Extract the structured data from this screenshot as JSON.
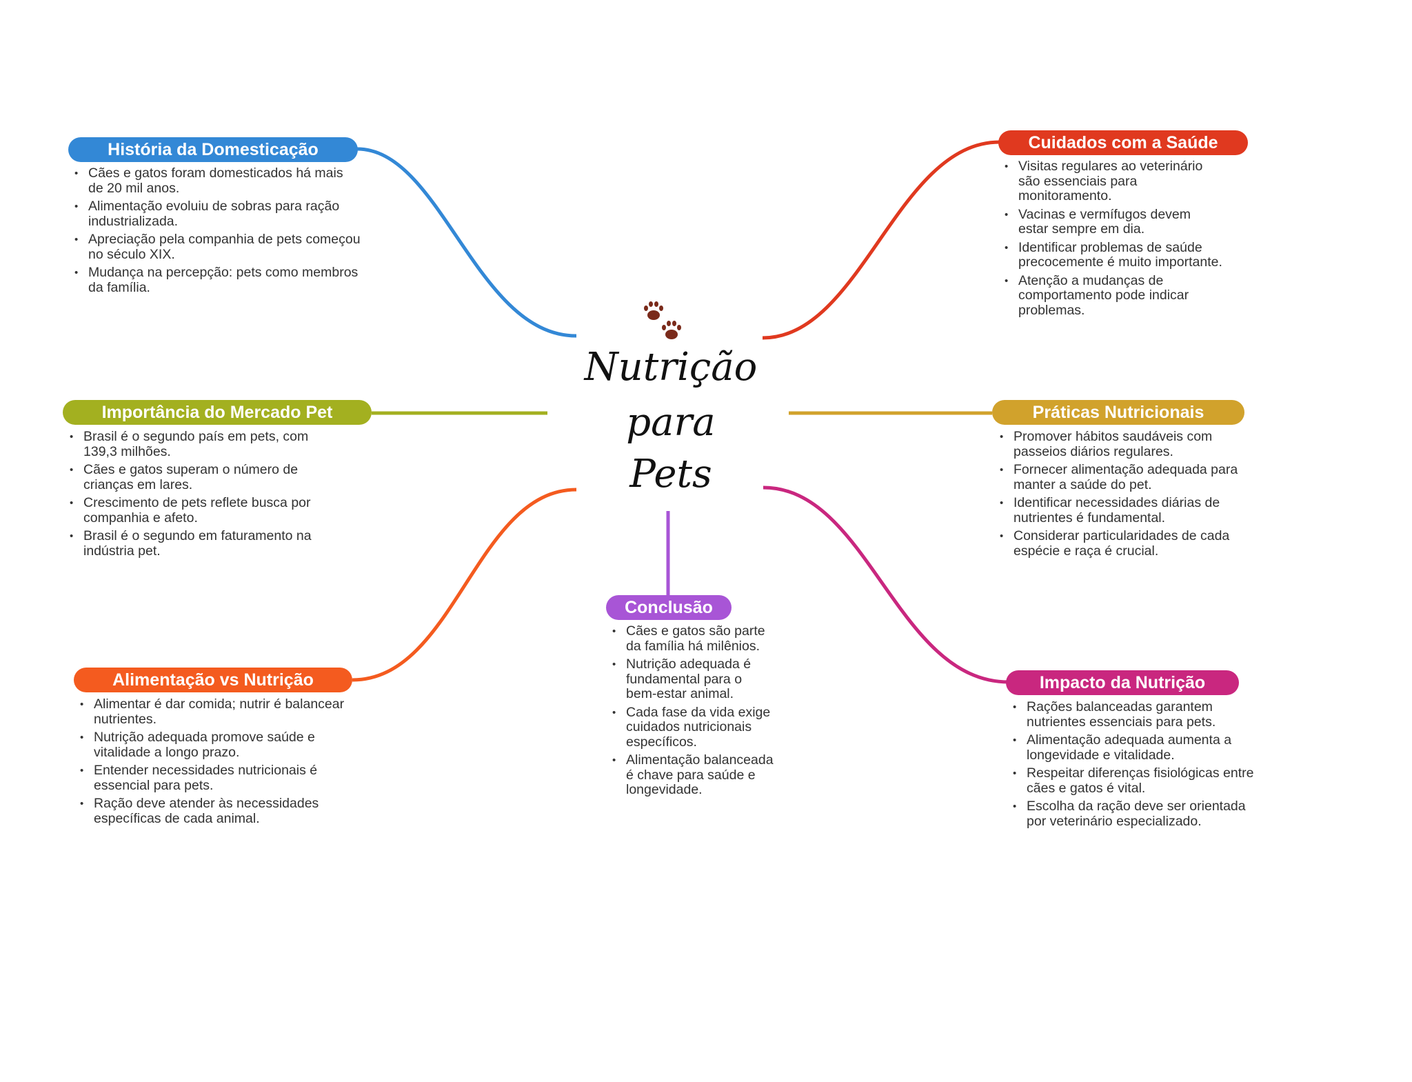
{
  "title": {
    "line1": "Nutrição",
    "line2": "para",
    "line3": "Pets",
    "icon": "paw-prints-icon"
  },
  "colors": {
    "historia": "#3388d6",
    "cuidados": "#e0391f",
    "mercado": "#a3b020",
    "praticas": "#d1a22c",
    "alimentacao": "#f45b1f",
    "conclusao": "#a855d6",
    "impacto": "#c9277f"
  },
  "branches": {
    "historia": {
      "label": "História da Domesticação",
      "items": [
        "Cães e gatos foram domesticados há mais de 20 mil anos.",
        "Alimentação evoluiu de sobras para ração industrializada.",
        "Apreciação pela companhia de pets começou no século XIX.",
        "Mudança na percepção: pets como membros da família."
      ]
    },
    "cuidados": {
      "label": "Cuidados com a Saúde",
      "items": [
        "Visitas regulares ao veterinário são essenciais para monitoramento.",
        "Vacinas e vermífugos devem estar sempre em dia.",
        "Identificar problemas de saúde precocemente é muito importante.",
        "Atenção a mudanças de comportamento pode indicar problemas."
      ]
    },
    "mercado": {
      "label": "Importância do Mercado Pet",
      "items": [
        "Brasil é o segundo país em pets, com 139,3 milhões.",
        "Cães e gatos superam o número de crianças em lares.",
        "Crescimento de pets reflete busca por companhia e afeto.",
        "Brasil é o segundo em faturamento na indústria pet."
      ]
    },
    "praticas": {
      "label": "Práticas Nutricionais",
      "items": [
        "Promover hábitos saudáveis com passeios diários regulares.",
        "Fornecer alimentação adequada para manter a saúde do pet.",
        "Identificar necessidades diárias de nutrientes é fundamental.",
        "Considerar particularidades de cada espécie e raça é crucial."
      ]
    },
    "alimentacao": {
      "label": "Alimentação vs Nutrição",
      "items": [
        "Alimentar é dar comida; nutrir é balancear nutrientes.",
        "Nutrição adequada promove saúde e vitalidade a longo prazo.",
        "Entender necessidades nutricionais é essencial para pets.",
        "Ração deve atender às necessidades específicas de cada animal."
      ]
    },
    "conclusao": {
      "label": "Conclusão",
      "items": [
        "Cães e gatos são parte da família há milênios.",
        "Nutrição adequada é fundamental para o bem-estar animal.",
        "Cada fase da vida exige cuidados nutricionais específicos.",
        "Alimentação balanceada é chave para saúde e longevidade."
      ]
    },
    "impacto": {
      "label": "Impacto da Nutrição",
      "items": [
        "Rações balanceadas garantem nutrientes essenciais para pets.",
        "Alimentação adequada aumenta a longevidade e vitalidade.",
        "Respeitar diferenças fisiológicas entre cães e gatos é vital.",
        "Escolha da ração deve ser orientada por veterinário especializado."
      ]
    }
  }
}
